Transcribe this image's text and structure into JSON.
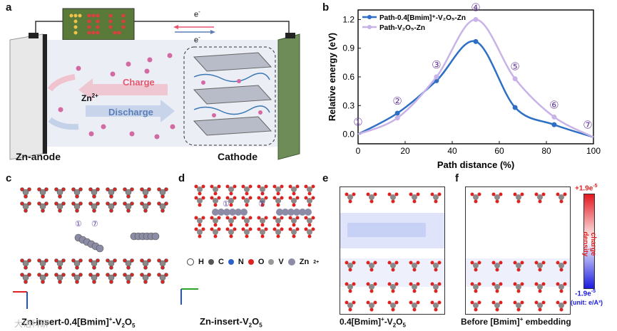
{
  "panels": {
    "a": "a",
    "b": "b",
    "c": "c",
    "d": "d",
    "e": "e",
    "f": "f"
  },
  "panel_a": {
    "electron_top": "e",
    "electron_top_sup": "-",
    "electron_bottom": "e",
    "electron_bottom_sup": "-",
    "charge": "Charge",
    "discharge": "Discharge",
    "zn_ion": "Zn",
    "zn_ion_sup": "2+",
    "anode_label": "Zn-anode",
    "cathode_label": "Cathode",
    "colors": {
      "charge": "#e6556e",
      "discharge": "#5c7fb8",
      "anode": "#e8e8e8",
      "cathode": "#6d8c58"
    }
  },
  "chart_data": {
    "type": "line",
    "xlabel": "Path distance (%)",
    "ylabel": "Relative energy (eV)",
    "xlim": [
      0,
      100
    ],
    "ylim": [
      -0.1,
      1.3
    ],
    "xticks": [
      "0",
      "20",
      "40",
      "60",
      "80",
      "100"
    ],
    "yticks": [
      "0.0",
      "0.3",
      "0.6",
      "0.9",
      "1.2"
    ],
    "legend_position": "top-left",
    "series": [
      {
        "name": "Path-0.4[Bmim]⁺-V₂O₅-Zn",
        "color": "#2d6fc4",
        "x": [
          0,
          16.7,
          33.3,
          50,
          66.7,
          83.3,
          100
        ],
        "y": [
          0.0,
          0.22,
          0.56,
          0.97,
          0.28,
          0.1,
          -0.03
        ]
      },
      {
        "name": "Path-V₂O₅-Zn",
        "color": "#c8b3e8",
        "x": [
          0,
          16.7,
          33.3,
          50,
          66.7,
          83.3,
          100
        ],
        "y": [
          0.0,
          0.17,
          0.6,
          1.2,
          0.58,
          0.18,
          -0.03
        ]
      }
    ],
    "markers": [
      "①",
      "②",
      "③",
      "④",
      "⑤",
      "⑥",
      "⑦"
    ]
  },
  "panel_c": {
    "title": "Zn-insert-0.4[Bmim]",
    "title_sup": "+",
    "title_tail": "-V",
    "sub1": "2",
    "mid": "O",
    "sub2": "5",
    "m1": "①",
    "m7": "⑦"
  },
  "panel_d": {
    "title": "Zn-insert-V",
    "sub1": "2",
    "mid": "O",
    "sub2": "5",
    "m1": "①",
    "m7": "⑦",
    "legend": [
      "H",
      "C",
      "N",
      "O",
      "V",
      "Zn"
    ],
    "zn_sup": "2+"
  },
  "panel_e": {
    "caption": "0.4[Bmim]",
    "caption_sup": "+",
    "caption_tail": "-V",
    "sub1": "2",
    "mid": "O",
    "sub2": "5"
  },
  "panel_f": {
    "caption": "Before [Bmim]",
    "caption_sup": "+",
    "caption_tail": " embedding",
    "scale_top": "+1.9e",
    "scale_top_sup": "-5",
    "scale_bottom": "-1.9e",
    "scale_bottom_sup": "-5",
    "scale_label": "charge density",
    "unit": "(unit: e/A³)"
  },
  "watermark": "大话科研"
}
